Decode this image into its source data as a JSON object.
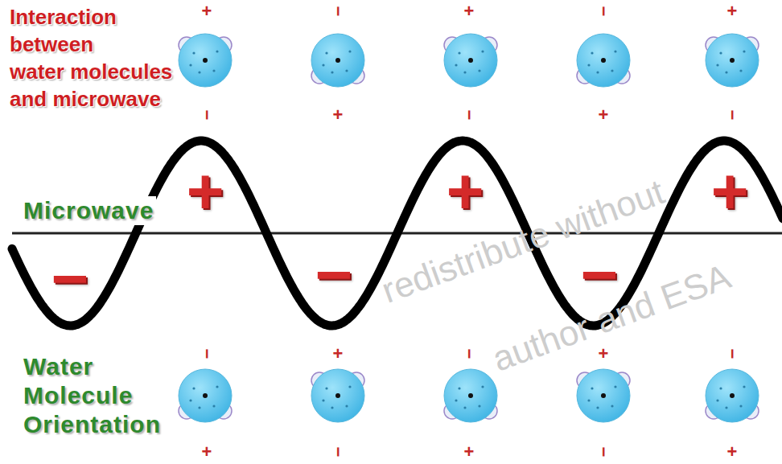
{
  "diagram": {
    "title": "Interaction between water molecules and microwave",
    "labels": [
      "Microwave",
      "+",
      "−",
      "+",
      "−",
      "+",
      "−",
      "+",
      "−",
      "+",
      "−",
      "−",
      "+",
      "−",
      "+",
      "−",
      "+",
      "Water Molecule Orientation",
      "−",
      "+",
      "−",
      "+",
      "−",
      "+",
      "−",
      "+",
      "−",
      "+",
      "redistribute without",
      "author and ESA"
    ]
  }
}
